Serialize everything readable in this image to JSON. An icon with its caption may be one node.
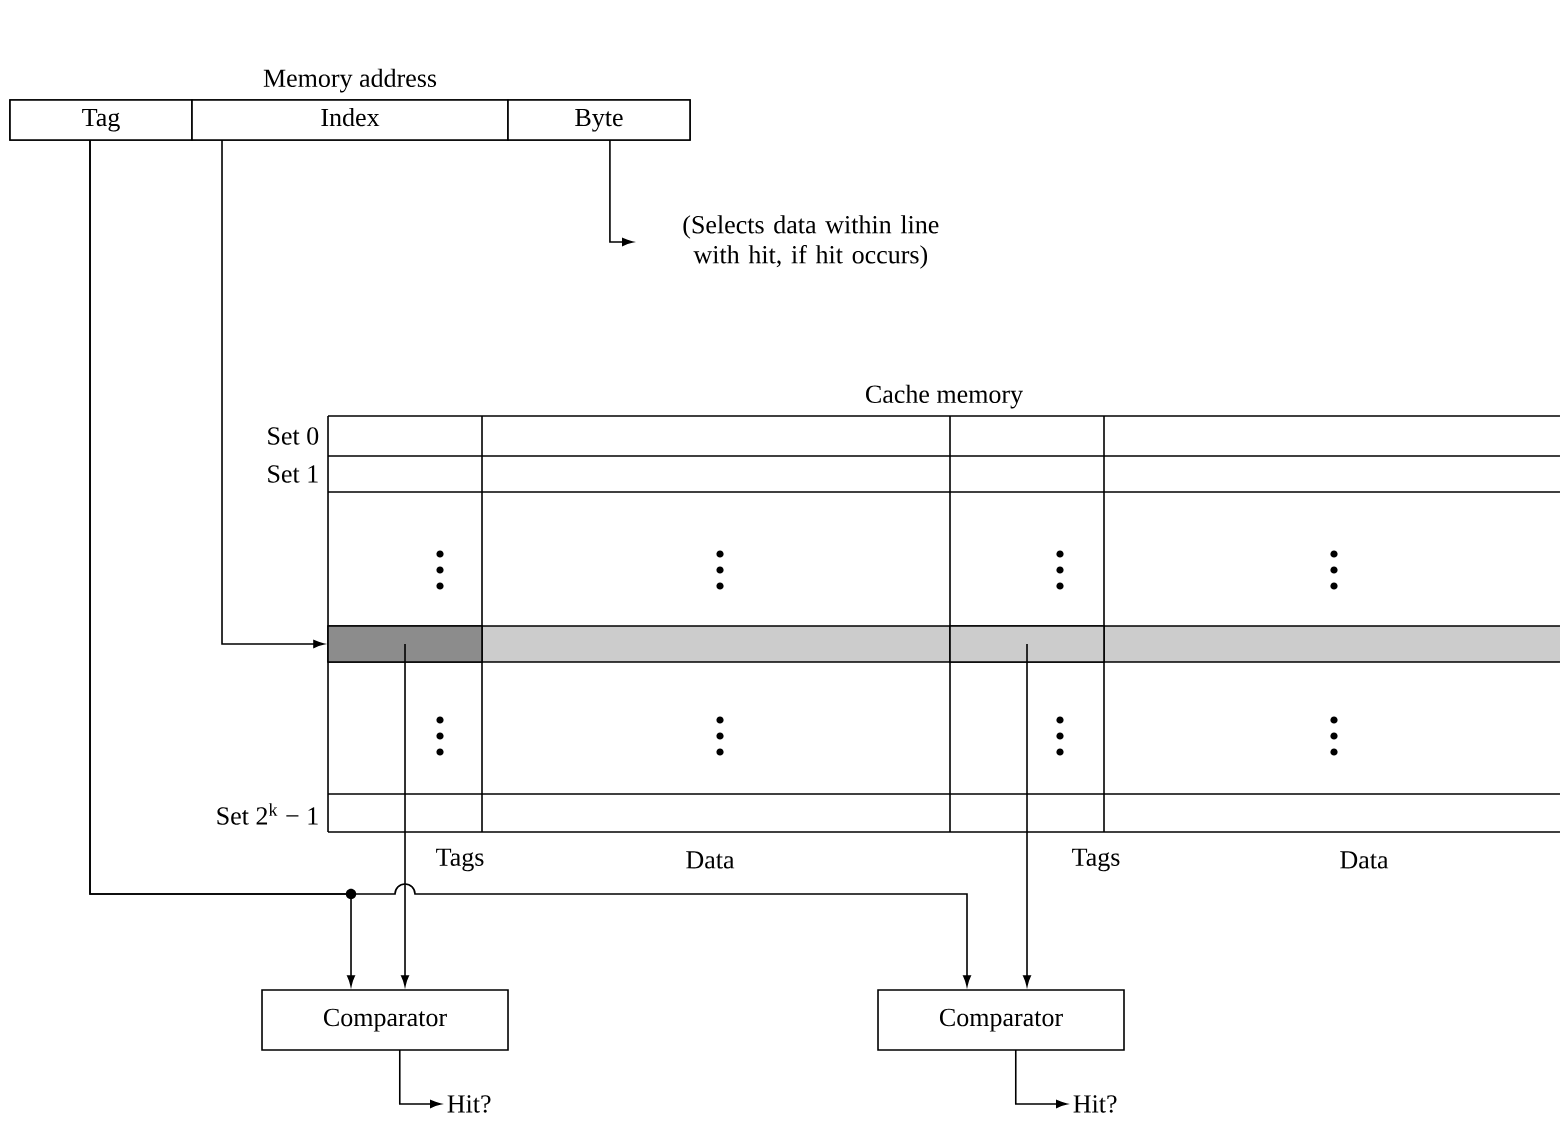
{
  "diagram": {
    "nodes": [
      {
        "text": [
          "Memory address"
        ]
      },
      {
        "text": [
          "Tag"
        ],
        "in": 0
      },
      {
        "text": [
          "Index"
        ],
        "in": 0
      },
      {
        "text": [
          "Byte"
        ],
        "in": 0
      },
      {
        "text": [
          "(Selects data within line with hit, if hit occurs)"
        ]
      },
      {
        "text": [
          "Cache memory"
        ]
      },
      {
        "text": [],
        "shape": "box",
        "in": 5
      },
      {
        "text": [],
        "shape": "box",
        "in": 5
      },
      {
        "text": [
          "Comparator"
        ]
      },
      {
        "text": [
          "Comparator"
        ]
      },
      {
        "text": [
          "Hit?"
        ]
      },
      {
        "text": [
          "Hit?"
        ]
      }
    ],
    "edges": [
      {
        "from": 3,
        "to": 4,
        "arrow": "to"
      },
      {
        "from": 2,
        "to": 6,
        "arrow": "to"
      },
      {
        "from": 1,
        "to": 8,
        "arrow": "to"
      },
      {
        "from": 1,
        "to": 9,
        "arrow": "to"
      },
      {
        "from": 6,
        "to": 8,
        "arrow": "to"
      },
      {
        "from": 7,
        "to": 9,
        "arrow": "to"
      },
      {
        "from": 8,
        "to": 10,
        "arrow": "to"
      },
      {
        "from": 9,
        "to": 11,
        "arrow": "to"
      }
    ],
    "labels": [
      "Set 0",
      "Set 1",
      "Set 2$^{k}$ − 1",
      "Tags",
      "Data",
      "Tags",
      "Data"
    ]
  }
}
